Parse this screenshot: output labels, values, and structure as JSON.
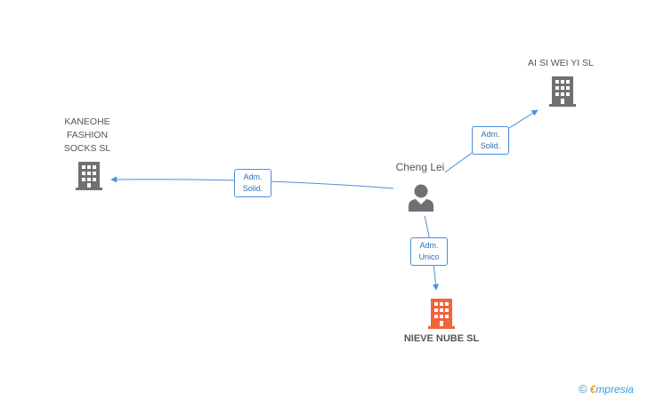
{
  "nodes": {
    "person": {
      "label": "Cheng Lei"
    },
    "kaneohe": {
      "label_lines": [
        "KANEOHE",
        "FASHION",
        "SOCKS  SL"
      ],
      "color": "#707070"
    },
    "aisiwei": {
      "label": "AI SI WEI YI SL",
      "color": "#707070"
    },
    "nieve": {
      "label": "NIEVE NUBE SL",
      "color": "#f0643c"
    }
  },
  "edges": {
    "to_kaneohe": {
      "line1": "Adm.",
      "line2": "Solid."
    },
    "to_aisiwei": {
      "line1": "Adm.",
      "line2": "Solid."
    },
    "to_nieve": {
      "line1": "Adm.",
      "line2": "Unico"
    }
  },
  "colors": {
    "edge": "#4a8fdc",
    "person": "#707070"
  },
  "copyright": {
    "symbol": "©",
    "brand_initial": "€",
    "brand_rest": "mpresia"
  }
}
